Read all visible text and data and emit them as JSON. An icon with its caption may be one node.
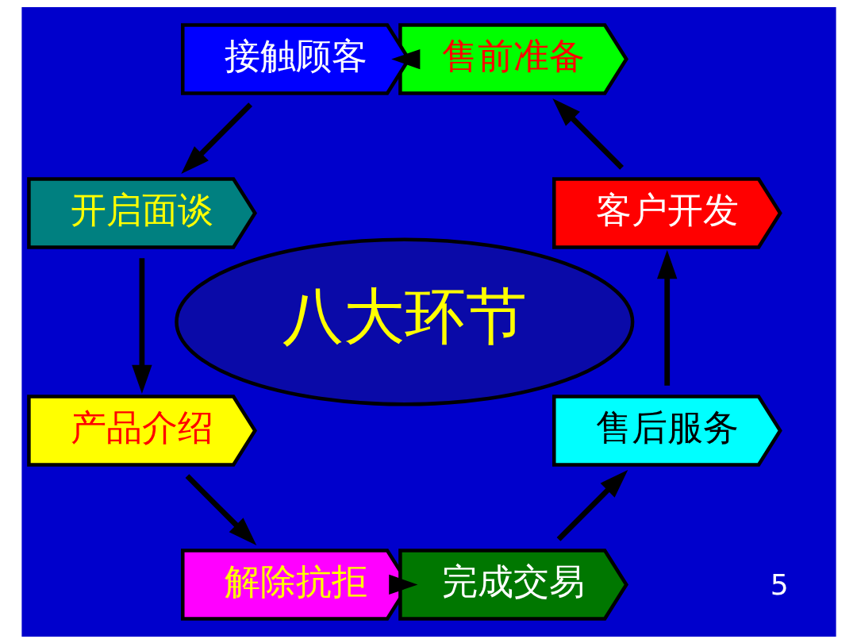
{
  "diagram": {
    "nodes": [
      {
        "text": [
          "八大环节"
        ]
      },
      {
        "text": [
          "客户开发"
        ]
      },
      {
        "text": [
          "售前准备"
        ]
      },
      {
        "text": [
          "接触顾客"
        ]
      },
      {
        "text": [
          "开启面谈"
        ]
      },
      {
        "text": [
          "产品介绍"
        ]
      },
      {
        "text": [
          "解除抗拒"
        ]
      },
      {
        "text": [
          "完成交易"
        ]
      },
      {
        "text": [
          "售后服务"
        ]
      }
    ],
    "edges": [
      {
        "from": 1,
        "to": 2,
        "arrow": "to"
      },
      {
        "from": 2,
        "to": 3,
        "arrow": "to"
      },
      {
        "from": 3,
        "to": 4,
        "arrow": "to"
      },
      {
        "from": 4,
        "to": 5,
        "arrow": "to"
      },
      {
        "from": 5,
        "to": 6,
        "arrow": "to"
      },
      {
        "from": 6,
        "to": 7,
        "arrow": "to"
      },
      {
        "from": 7,
        "to": 8,
        "arrow": "to"
      },
      {
        "from": 8,
        "to": 1,
        "arrow": "to"
      }
    ],
    "labels": [
      "5"
    ]
  }
}
